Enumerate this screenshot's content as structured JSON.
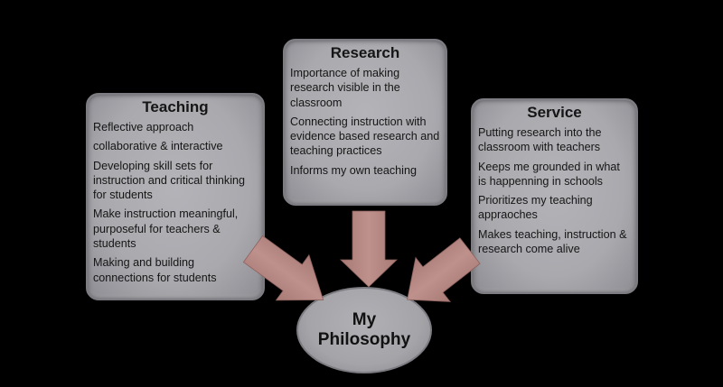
{
  "teaching": {
    "title": "Teaching",
    "items": [
      "Reflective approach",
      "collaborative & interactive",
      "Developing skill sets for instruction and critical thinking for students",
      "Make instruction meaningful, purposeful for teachers & students",
      "Making and building connections for students"
    ]
  },
  "research": {
    "title": "Research",
    "items": [
      "Importance of making research visible in the classroom",
      "Connecting instruction with evidence based research and teaching practices",
      "Informs my own teaching"
    ]
  },
  "service": {
    "title": "Service",
    "items": [
      "Putting research into the classroom with teachers",
      "Keeps me grounded in what is happenning in schools",
      "Prioritizes my teaching appraoches",
      "Makes teaching, instruction & research come alive"
    ]
  },
  "hub": {
    "line1": "My",
    "line2": "Philosophy"
  },
  "colors": {
    "background": "#000000",
    "box": "#a9a9ae",
    "arrow": "#b88a86"
  }
}
